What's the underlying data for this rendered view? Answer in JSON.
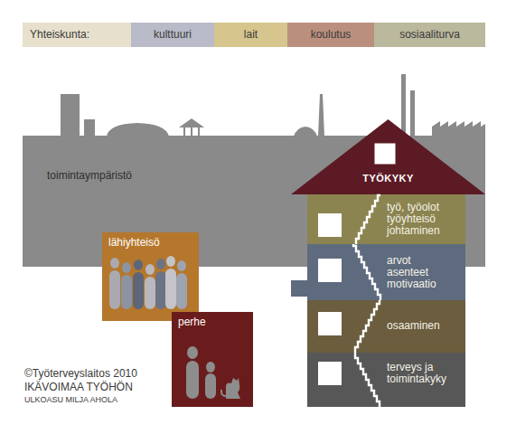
{
  "diagram": {
    "nodes": [
      {
        "text": [
          "Yhteiskunta:"
        ]
      },
      {
        "text": [
          "kulttuuri"
        ]
      },
      {
        "text": [
          "lait"
        ]
      },
      {
        "text": [
          "koulutus"
        ]
      },
      {
        "text": [
          "sosiaaliturva"
        ]
      },
      {
        "text": [
          "toimintaympäristö"
        ]
      },
      {
        "text": [
          "TYÖKYKY"
        ]
      },
      {
        "text": [
          "työ, työolot työyhteisö johtaminen"
        ]
      },
      {
        "text": [
          "lähiyhteisö"
        ]
      },
      {
        "text": [
          "arvot asenteet motivaatio"
        ]
      },
      {
        "text": [
          "perhe"
        ]
      },
      {
        "text": [
          "osaaminen"
        ]
      },
      {
        "text": [
          "terveys ja toimintakyky"
        ]
      }
    ],
    "labels": [
      "©Työterveyslaitos 2010",
      "IKÄVOIMAA TYÖHÖN",
      "ULKOASU MILJA AHOLA"
    ]
  }
}
